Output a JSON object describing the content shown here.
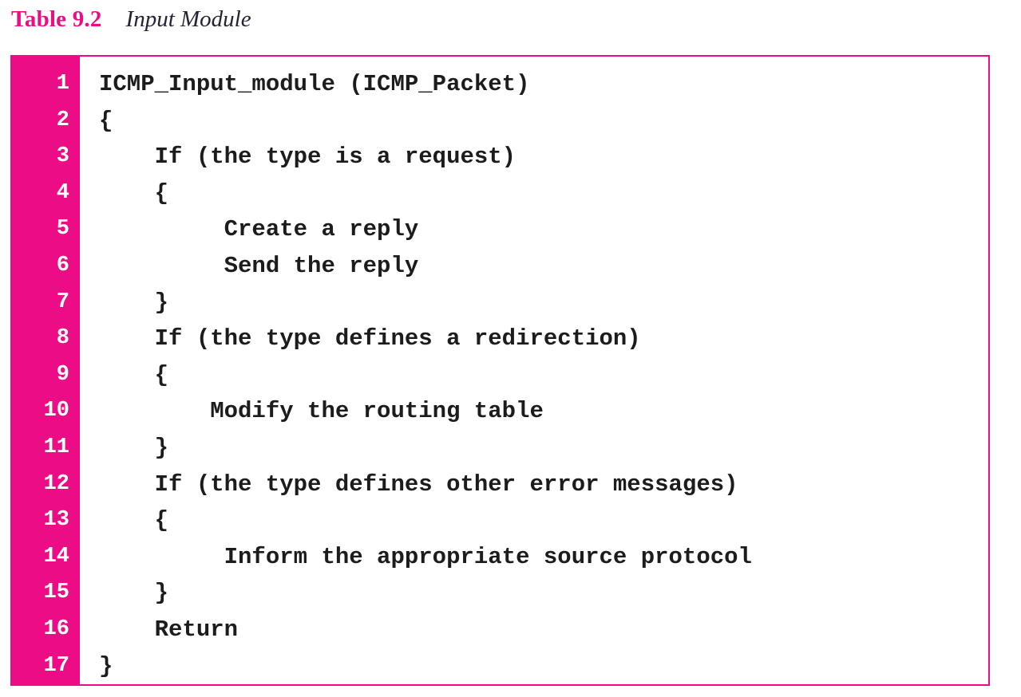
{
  "page": {
    "label": "Table 9.2",
    "caption": "Input Module"
  },
  "colors": {
    "magenta": "#ec0d86",
    "code_text": "#1c1c1c",
    "caption_text": "#232335",
    "background": "#ffffff",
    "line_number_text": "#ffffff"
  },
  "code": {
    "language": "pseudocode",
    "lines": [
      {
        "num": "1",
        "text": "ICMP_Input_module (ICMP_Packet)"
      },
      {
        "num": "2",
        "text": "{"
      },
      {
        "num": "3",
        "text": "    If (the type is a request)"
      },
      {
        "num": "4",
        "text": "    {"
      },
      {
        "num": "5",
        "text": "         Create a reply"
      },
      {
        "num": "6",
        "text": "         Send the reply"
      },
      {
        "num": "7",
        "text": "    }"
      },
      {
        "num": "8",
        "text": "    If (the type defines a redirection)"
      },
      {
        "num": "9",
        "text": "    {"
      },
      {
        "num": "10",
        "text": "        Modify the routing table"
      },
      {
        "num": "11",
        "text": "    }"
      },
      {
        "num": "12",
        "text": "    If (the type defines other error messages)"
      },
      {
        "num": "13",
        "text": "    {"
      },
      {
        "num": "14",
        "text": "         Inform the appropriate source protocol"
      },
      {
        "num": "15",
        "text": "    }"
      },
      {
        "num": "16",
        "text": "    Return"
      },
      {
        "num": "17",
        "text": "}"
      }
    ]
  }
}
